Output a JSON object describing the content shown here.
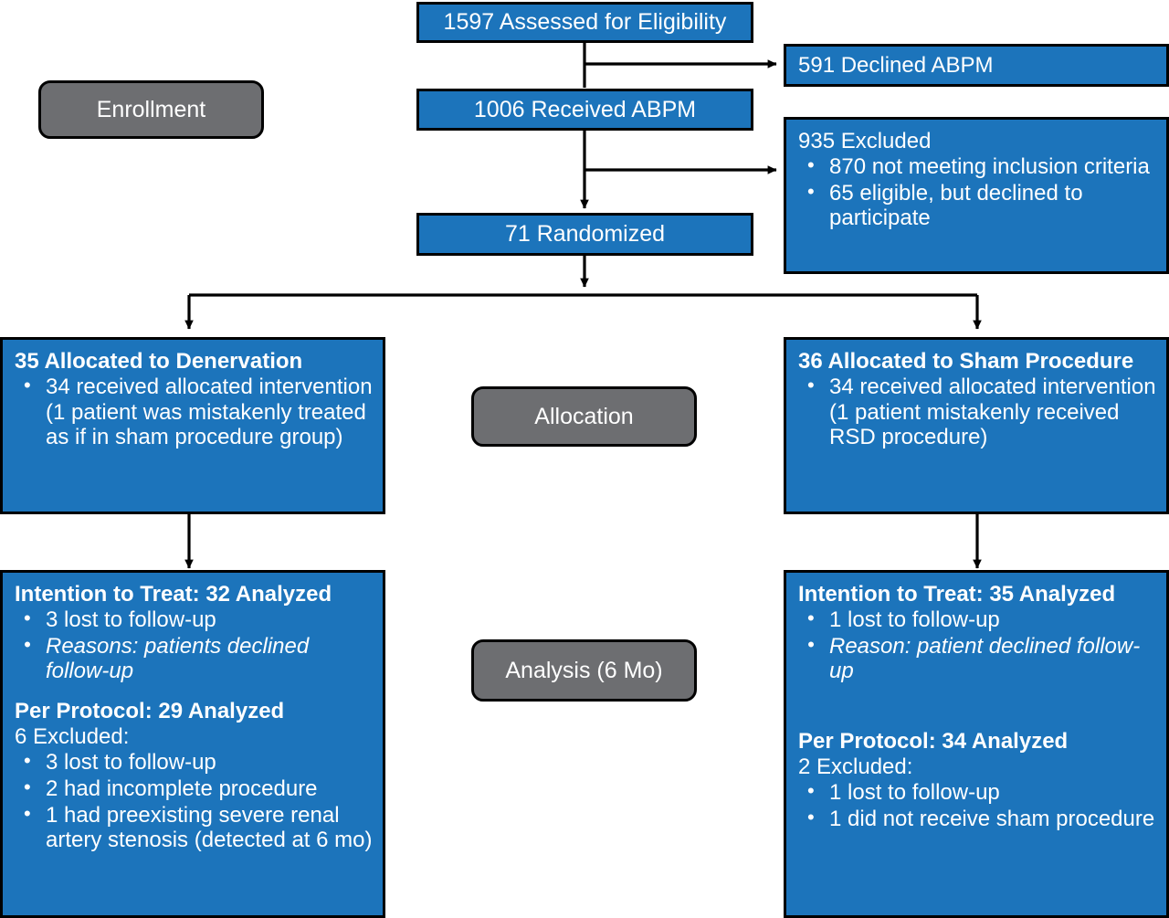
{
  "diagram": {
    "type": "CONSORT participant flow diagram",
    "colors": {
      "node_fill": "#1c74bb",
      "node_border": "#000000",
      "node_text": "#ffffff",
      "stage_pill_fill": "#6d6e71",
      "connector": "#000000",
      "background": "#ffffff"
    },
    "stages": [
      {
        "id": "enrollment",
        "label": "Enrollment"
      },
      {
        "id": "allocation",
        "label": "Allocation"
      },
      {
        "id": "analysis",
        "label": "Analysis (6 Mo)"
      }
    ],
    "nodes": {
      "assessed": {
        "label": "1597 Assessed for Eligibility",
        "count": 1597
      },
      "received": {
        "label": "1006 Received ABPM",
        "count": 1006
      },
      "randomized": {
        "label": "71 Randomized",
        "count": 71
      },
      "declined": {
        "label": "591 Declined ABPM",
        "count": 591
      },
      "excluded": {
        "header": "935 Excluded",
        "count": 935,
        "items": [
          "870 not meeting inclusion criteria",
          "65 eligible, but declined to participate"
        ]
      },
      "alloc_left": {
        "header": "35 Allocated to Denervation",
        "count": 35,
        "items": [
          "34 received allocated intervention (1 patient was mistakenly treated as if in sham procedure group)"
        ]
      },
      "alloc_right": {
        "header": "36 Allocated to Sham Procedure",
        "count": 36,
        "items": [
          "34 received allocated intervention (1 patient mistakenly received RSD procedure)"
        ]
      },
      "analysis_left": {
        "itt_header": "Intention to Treat: 32 Analyzed",
        "itt_count": 32,
        "itt_items": [
          "3 lost to follow-up",
          "Reasons: patients declined follow-up"
        ],
        "pp_header": "Per Protocol: 29 Analyzed",
        "pp_count": 29,
        "pp_subhead": "6 Excluded:",
        "pp_items": [
          "3 lost to follow-up",
          "2 had incomplete procedure",
          "1 had preexisting severe renal artery stenosis (detected at 6 mo)"
        ]
      },
      "analysis_right": {
        "itt_header": "Intention to Treat: 35 Analyzed",
        "itt_count": 35,
        "itt_items": [
          "1 lost to follow-up",
          "Reason: patient declined follow-up"
        ],
        "pp_header": "Per Protocol: 34 Analyzed",
        "pp_count": 34,
        "pp_subhead": "2 Excluded:",
        "pp_items": [
          "1 lost to follow-up",
          "1 did not receive sham procedure"
        ]
      }
    }
  }
}
